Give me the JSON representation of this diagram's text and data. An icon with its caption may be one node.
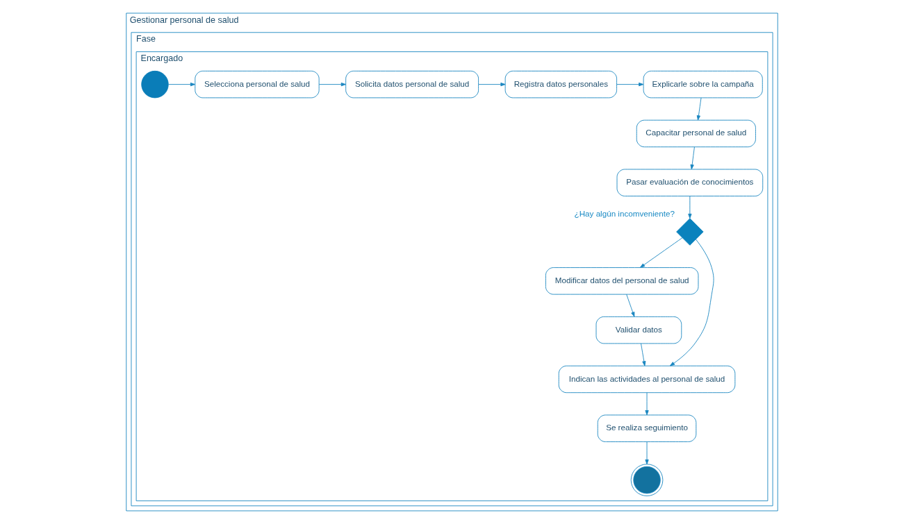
{
  "diagram": {
    "nodes": [
      {
        "text": [
          "Gestionar personal de salud"
        ]
      },
      {
        "text": [
          "Fase"
        ],
        "in": 0
      },
      {
        "text": [
          "Encargado"
        ],
        "in": 1
      },
      {
        "text": [],
        "shape": "circle",
        "in": 2
      },
      {
        "text": [
          "Selecciona personal de salud"
        ],
        "in": 2
      },
      {
        "text": [
          "Solicita datos personal de salud"
        ],
        "in": 2
      },
      {
        "text": [
          "Registra datos personales"
        ],
        "in": 2
      },
      {
        "text": [
          "Explicarle sobre la campaña"
        ],
        "in": 2
      },
      {
        "text": [
          "Capacitar personal de salud"
        ],
        "in": 2
      },
      {
        "text": [
          "Pasar evaluación de conocimientos"
        ],
        "in": 2
      },
      {
        "text": [],
        "shape": "diamond",
        "beside": [
          "¿Hay algún incomveniente?"
        ],
        "in": 2
      },
      {
        "text": [
          "Modificar datos del personal de salud"
        ],
        "in": 2
      },
      {
        "text": [
          "Validar datos"
        ],
        "in": 2
      },
      {
        "text": [
          "Indican las actividades al personal de salud"
        ],
        "in": 2
      },
      {
        "text": [
          "Se realiza seguimiento"
        ],
        "in": 2
      },
      {
        "text": [],
        "shape": "circle",
        "in": 2
      }
    ],
    "edges": [
      {
        "from": 3,
        "to": 4,
        "arrow": "to"
      },
      {
        "from": 4,
        "to": 5,
        "arrow": "to"
      },
      {
        "from": 5,
        "to": 6,
        "arrow": "to"
      },
      {
        "from": 6,
        "to": 7,
        "arrow": "to"
      },
      {
        "from": 7,
        "to": 8,
        "arrow": "to"
      },
      {
        "from": 8,
        "to": 9,
        "arrow": "to"
      },
      {
        "from": 9,
        "to": 10,
        "arrow": "to"
      },
      {
        "from": 10,
        "to": 11,
        "arrow": "to"
      },
      {
        "from": 10,
        "to": 13,
        "arrow": "to"
      },
      {
        "from": 11,
        "to": 12,
        "arrow": "to"
      },
      {
        "from": 12,
        "to": 13,
        "arrow": "to"
      },
      {
        "from": 13,
        "to": 14,
        "arrow": "to"
      },
      {
        "from": 14,
        "to": 15,
        "arrow": "to"
      }
    ]
  }
}
